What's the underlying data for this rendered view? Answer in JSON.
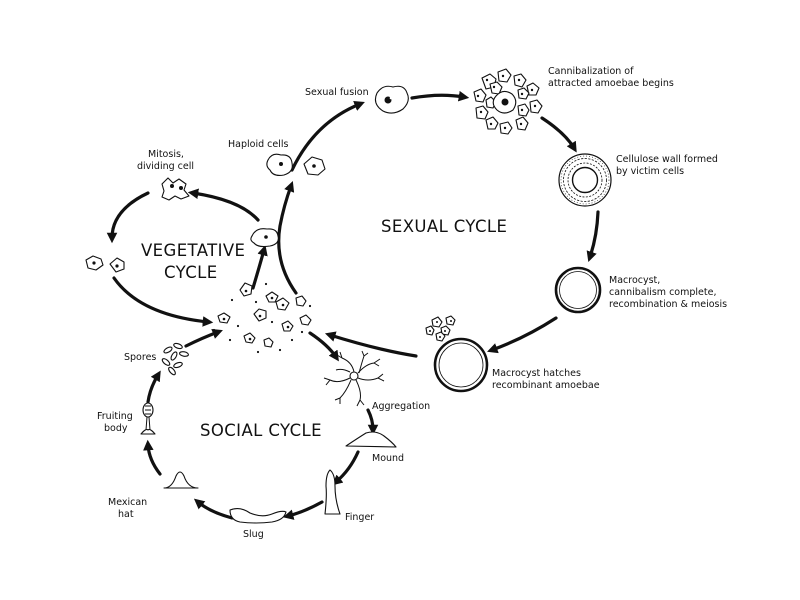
{
  "cycles": {
    "sexual": "SEXUAL CYCLE",
    "vegetative_line1": "VEGETATIVE",
    "vegetative_line2": "CYCLE",
    "social": "SOCIAL CYCLE"
  },
  "labels": {
    "sexual_fusion": "Sexual fusion",
    "cannibalization_line1": "Cannibalization of",
    "cannibalization_line2": "attracted amoebae begins",
    "cellulose_line1": "Cellulose wall formed",
    "cellulose_line2": "by victim cells",
    "macrocyst_line1": "Macrocyst,",
    "macrocyst_line2": "cannibalism complete,",
    "macrocyst_line3": "recombination & meiosis",
    "hatches_line1": "Macrocyst hatches",
    "hatches_line2": "recombinant amoebae",
    "haploid": "Haploid cells",
    "mitosis_line1": "Mitosis,",
    "mitosis_line2": "dividing cell",
    "spores": "Spores",
    "aggregation": "Aggregation",
    "fruiting_line1": "Fruiting",
    "fruiting_line2": "body",
    "mound": "Mound",
    "finger": "Finger",
    "mexican_line1": "Mexican",
    "mexican_line2": "hat",
    "slug": "Slug"
  }
}
